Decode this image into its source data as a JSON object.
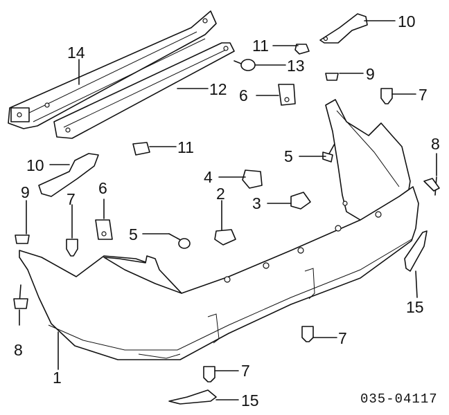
{
  "callouts": [
    "14",
    "12",
    "11",
    "13",
    "10",
    "9",
    "6",
    "7",
    "8",
    "5",
    "4",
    "2",
    "3",
    "1",
    "15"
  ],
  "diagram_code": "035-04117"
}
